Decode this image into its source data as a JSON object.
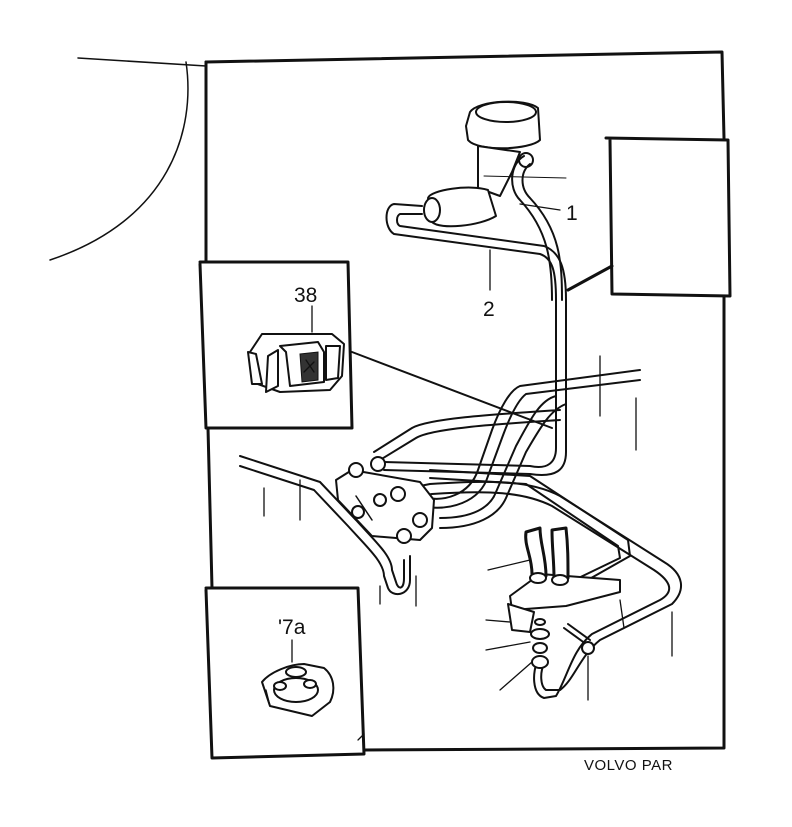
{
  "callouts": {
    "part_1": "1",
    "part_2": "2",
    "part_38": "38",
    "part_7a": "'7a"
  },
  "footer": {
    "brand": "VOLVO PAR"
  },
  "colors": {
    "ink": "#111111",
    "paper": "#ffffff"
  }
}
